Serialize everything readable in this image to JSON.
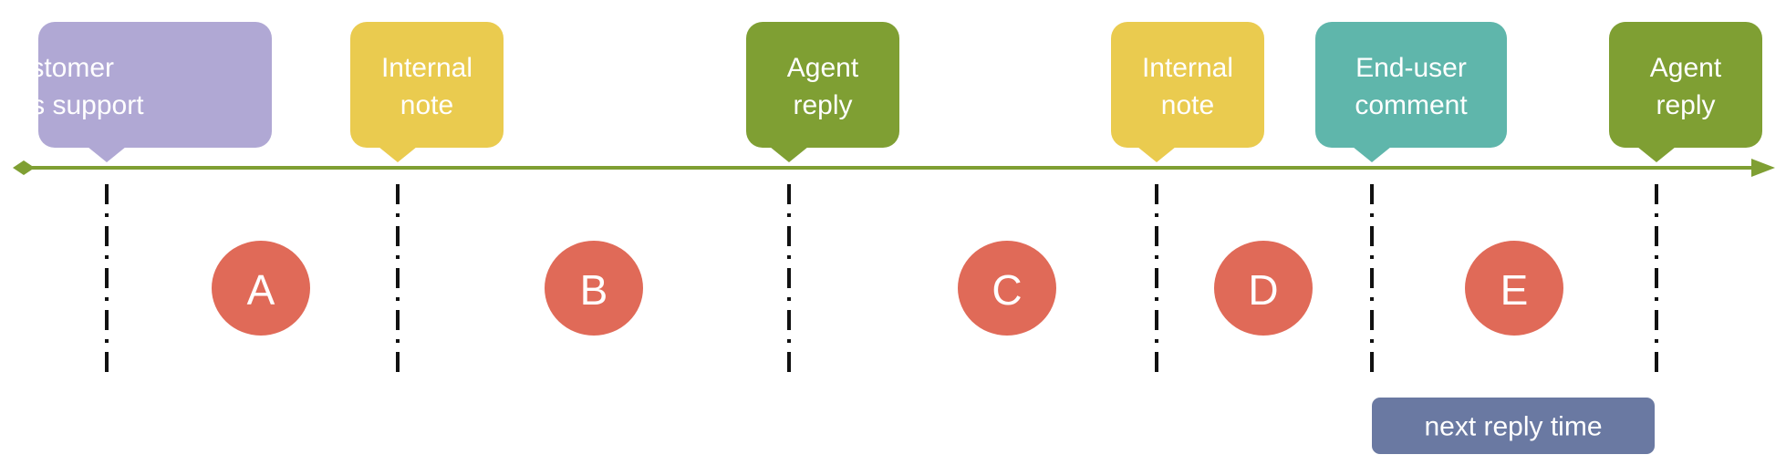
{
  "colors": {
    "timeline": "#7f9f33",
    "interval_circle": "#e06a58",
    "span_label_bg": "#6a79a2",
    "marker_line": "#111111"
  },
  "events": [
    {
      "lines": [
        "Customer",
        "emails support"
      ],
      "color": "#b0a8d4",
      "align": "left"
    },
    {
      "lines": [
        "Internal",
        "note"
      ],
      "color": "#eacb4f",
      "align": "center"
    },
    {
      "lines": [
        "Agent",
        "reply"
      ],
      "color": "#7f9f33",
      "align": "center"
    },
    {
      "lines": [
        "Internal",
        "note"
      ],
      "color": "#eacb4f",
      "align": "center"
    },
    {
      "lines": [
        "End-user",
        "comment"
      ],
      "color": "#5fb6ab",
      "align": "center"
    },
    {
      "lines": [
        "Agent",
        "reply"
      ],
      "color": "#7f9f33",
      "align": "center"
    }
  ],
  "intervals": [
    "A",
    "B",
    "C",
    "D",
    "E"
  ],
  "span_label": {
    "text": "next reply time",
    "from_event": 4,
    "to_event": 5
  }
}
